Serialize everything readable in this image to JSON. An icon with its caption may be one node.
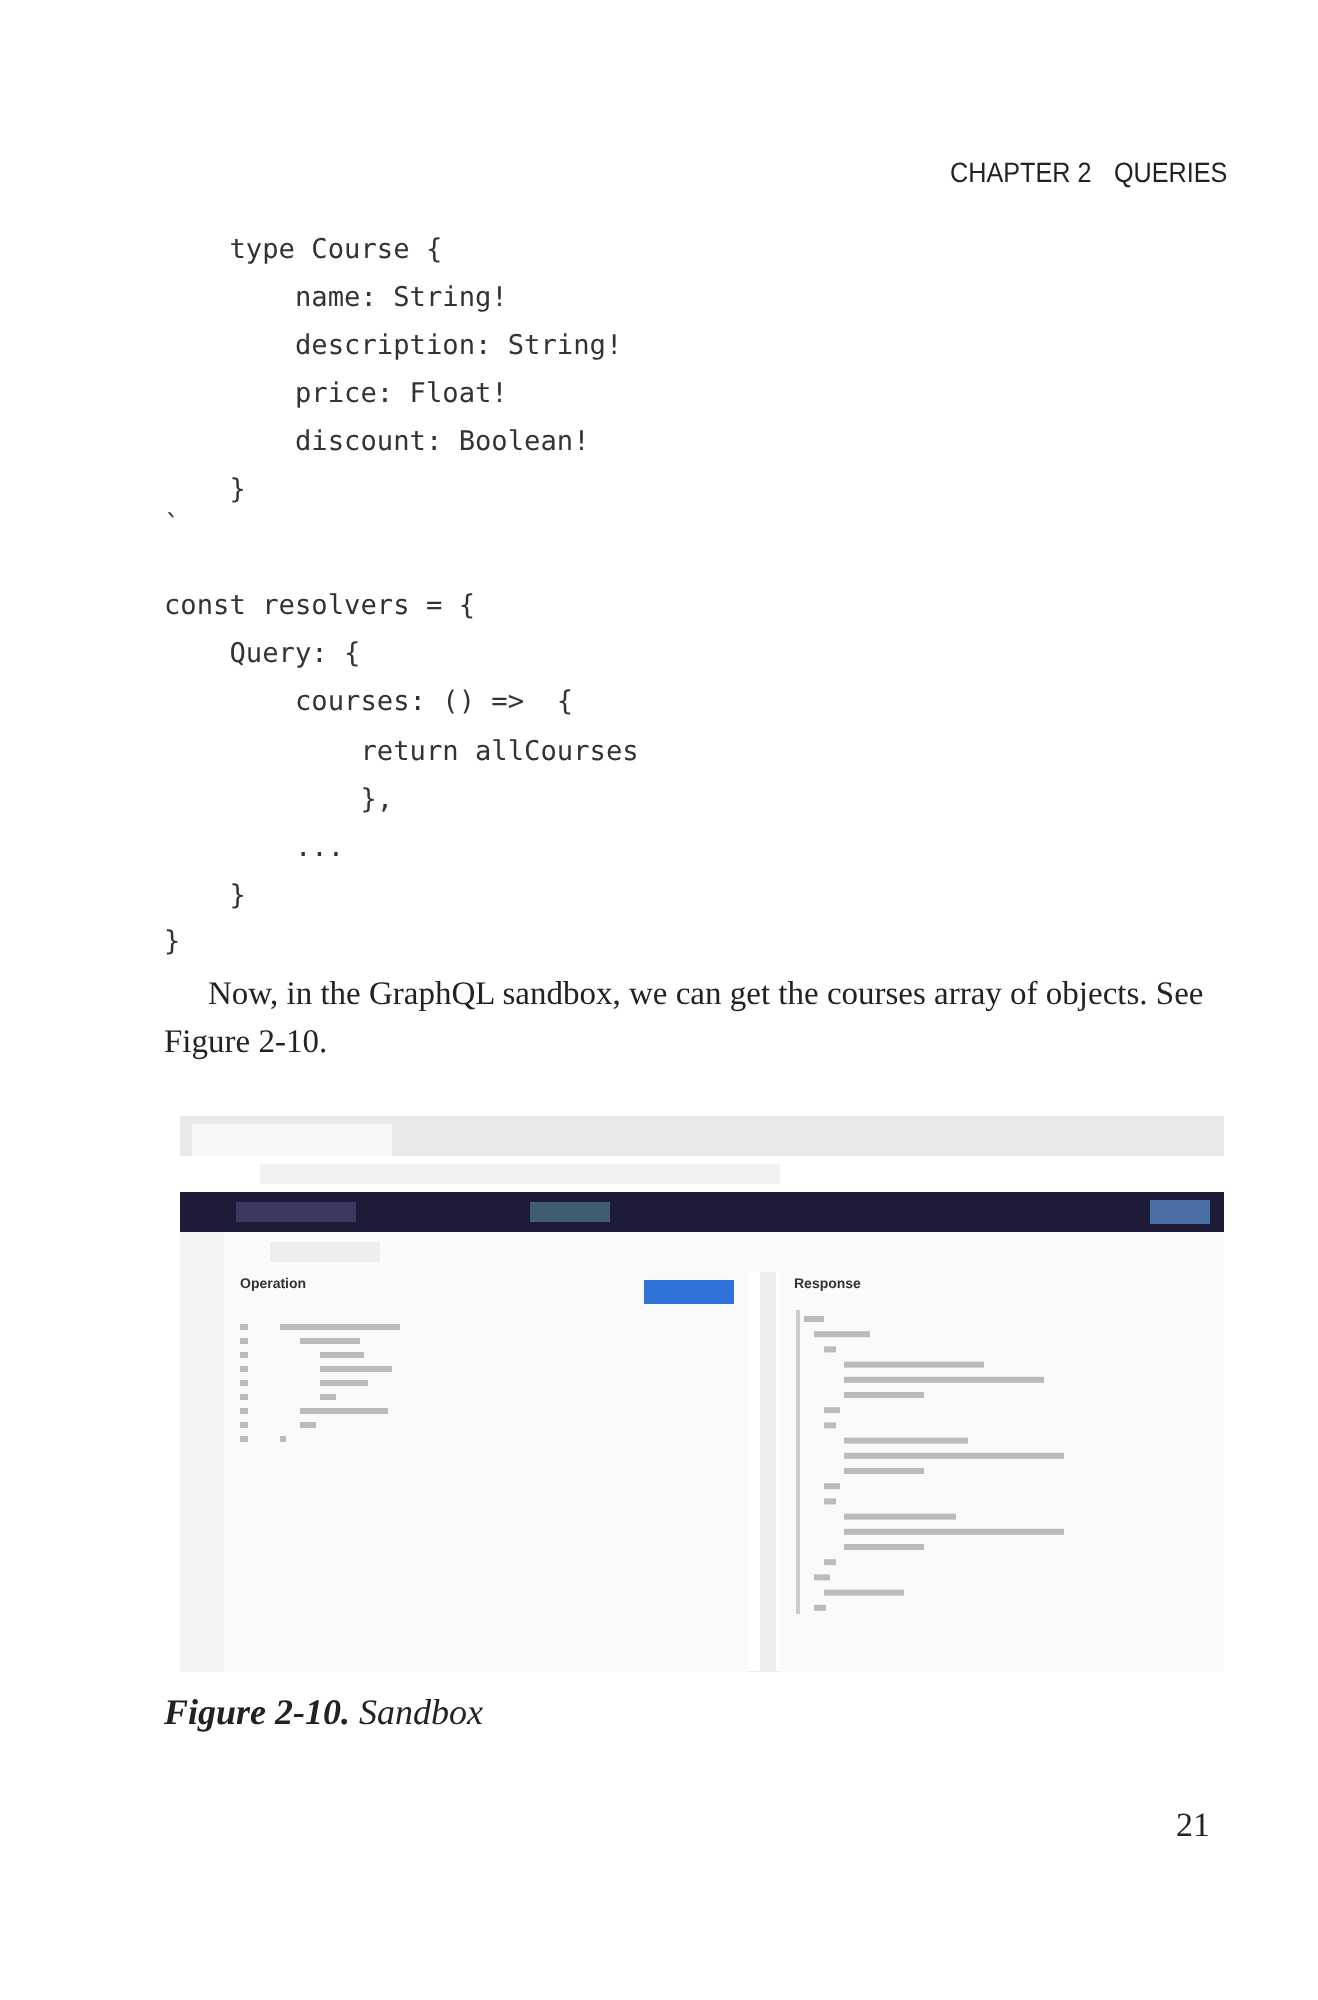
{
  "diagram": {
    "caption": "**Figure 2-10.** Sandbox",
    "labels": [
      "CHAPTER 2",
      "QUERIES",
      "    type Course {",
      "        name: String!",
      "        description: String!",
      "        price: Float!",
      "        discount: Boolean!",
      "    }",
      "`",
      "const resolvers = {",
      "    Query: {",
      "        courses: () =>  {",
      "            return allCourses",
      "            },",
      "        ...",
      "    }",
      "}",
      "Now, in the GraphQL sandbox, we can get the courses array of objects. See Figure 2-10.",
      "Operation",
      "Response",
      "21"
    ]
  }
}
